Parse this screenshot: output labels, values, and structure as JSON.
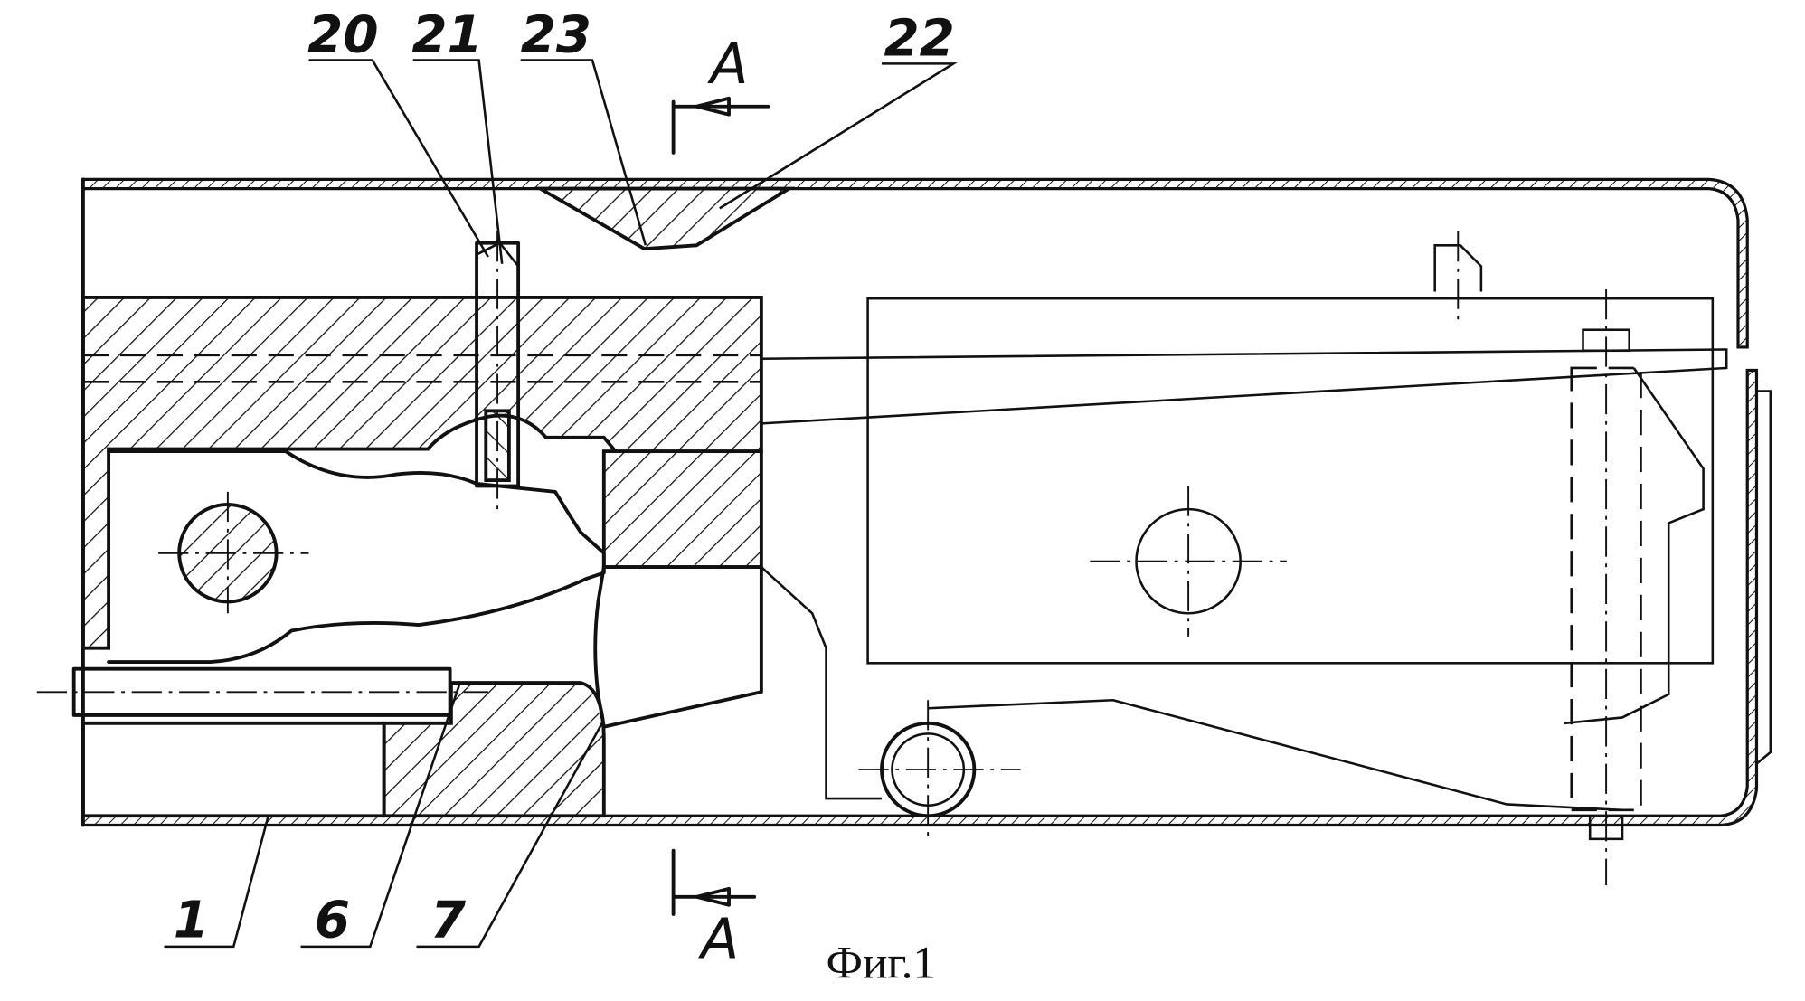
{
  "figure": {
    "caption": "Фиг.1",
    "section_letter_top": "A",
    "section_letter_bottom": "A"
  },
  "callouts": [
    {
      "id": "c20",
      "label": "20"
    },
    {
      "id": "c21",
      "label": "21"
    },
    {
      "id": "c23",
      "label": "23"
    },
    {
      "id": "c22",
      "label": "22"
    },
    {
      "id": "c1",
      "label": "1"
    },
    {
      "id": "c6",
      "label": "6"
    },
    {
      "id": "c7",
      "label": "7"
    }
  ],
  "colors": {
    "ink": "#111111",
    "paper": "#ffffff"
  }
}
